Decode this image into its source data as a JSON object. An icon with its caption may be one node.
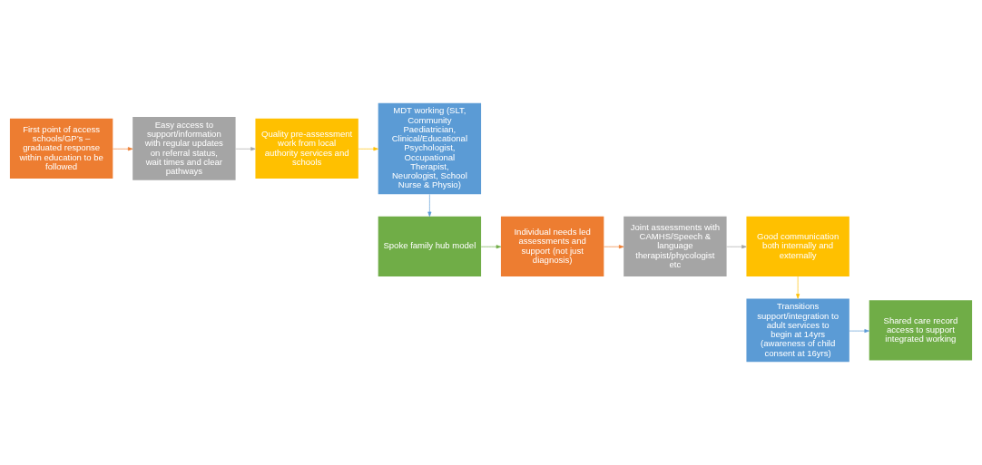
{
  "diagram": {
    "nodes": [
      {
        "text": [
          "First point of access schools/GP’s – graduated response within education to be followed"
        ]
      },
      {
        "text": [
          "Easy access to support/information with regular updates on referral status, wait times and clear pathways"
        ]
      },
      {
        "text": [
          "Quality pre-assessment work from local authority services and schools"
        ]
      },
      {
        "text": [
          "MDT working (SLT, Community Paediatrician, Clinical/Educational Psychologist, Occupational Therapist, Neurologist, School Nurse & Physio)"
        ]
      },
      {
        "text": [
          "Spoke family hub model"
        ]
      },
      {
        "text": [
          "Individual needs led assessments and support (not just diagnosis)"
        ]
      },
      {
        "text": [
          "Joint assessments with CAMHS/Speech & language therapist/phycologist etc"
        ]
      },
      {
        "text": [
          "Good communication both internally and externally"
        ]
      },
      {
        "text": [
          "Transitions support/integration to adult services to begin at 14yrs (awareness of child consent at 16yrs)"
        ]
      },
      {
        "text": [
          "Shared care record access to support integrated working"
        ]
      }
    ],
    "edges": [
      {
        "from": 0,
        "to": 1,
        "arrow": "to",
        "color": "#ed7d31"
      },
      {
        "from": 1,
        "to": 2,
        "arrow": "to",
        "color": "#a5a5a5"
      },
      {
        "from": 2,
        "to": 3,
        "arrow": "to",
        "color": "#ffc000"
      },
      {
        "from": 3,
        "to": 4,
        "arrow": "to",
        "color": "#5b9bd5"
      },
      {
        "from": 4,
        "to": 5,
        "arrow": "to",
        "color": "#70ad47"
      },
      {
        "from": 5,
        "to": 6,
        "arrow": "to",
        "color": "#ed7d31"
      },
      {
        "from": 6,
        "to": 7,
        "arrow": "to",
        "color": "#a5a5a5"
      },
      {
        "from": 7,
        "to": 8,
        "arrow": "to",
        "color": "#ffc000"
      },
      {
        "from": 8,
        "to": 9,
        "arrow": "to",
        "color": "#5b9bd5"
      }
    ]
  }
}
